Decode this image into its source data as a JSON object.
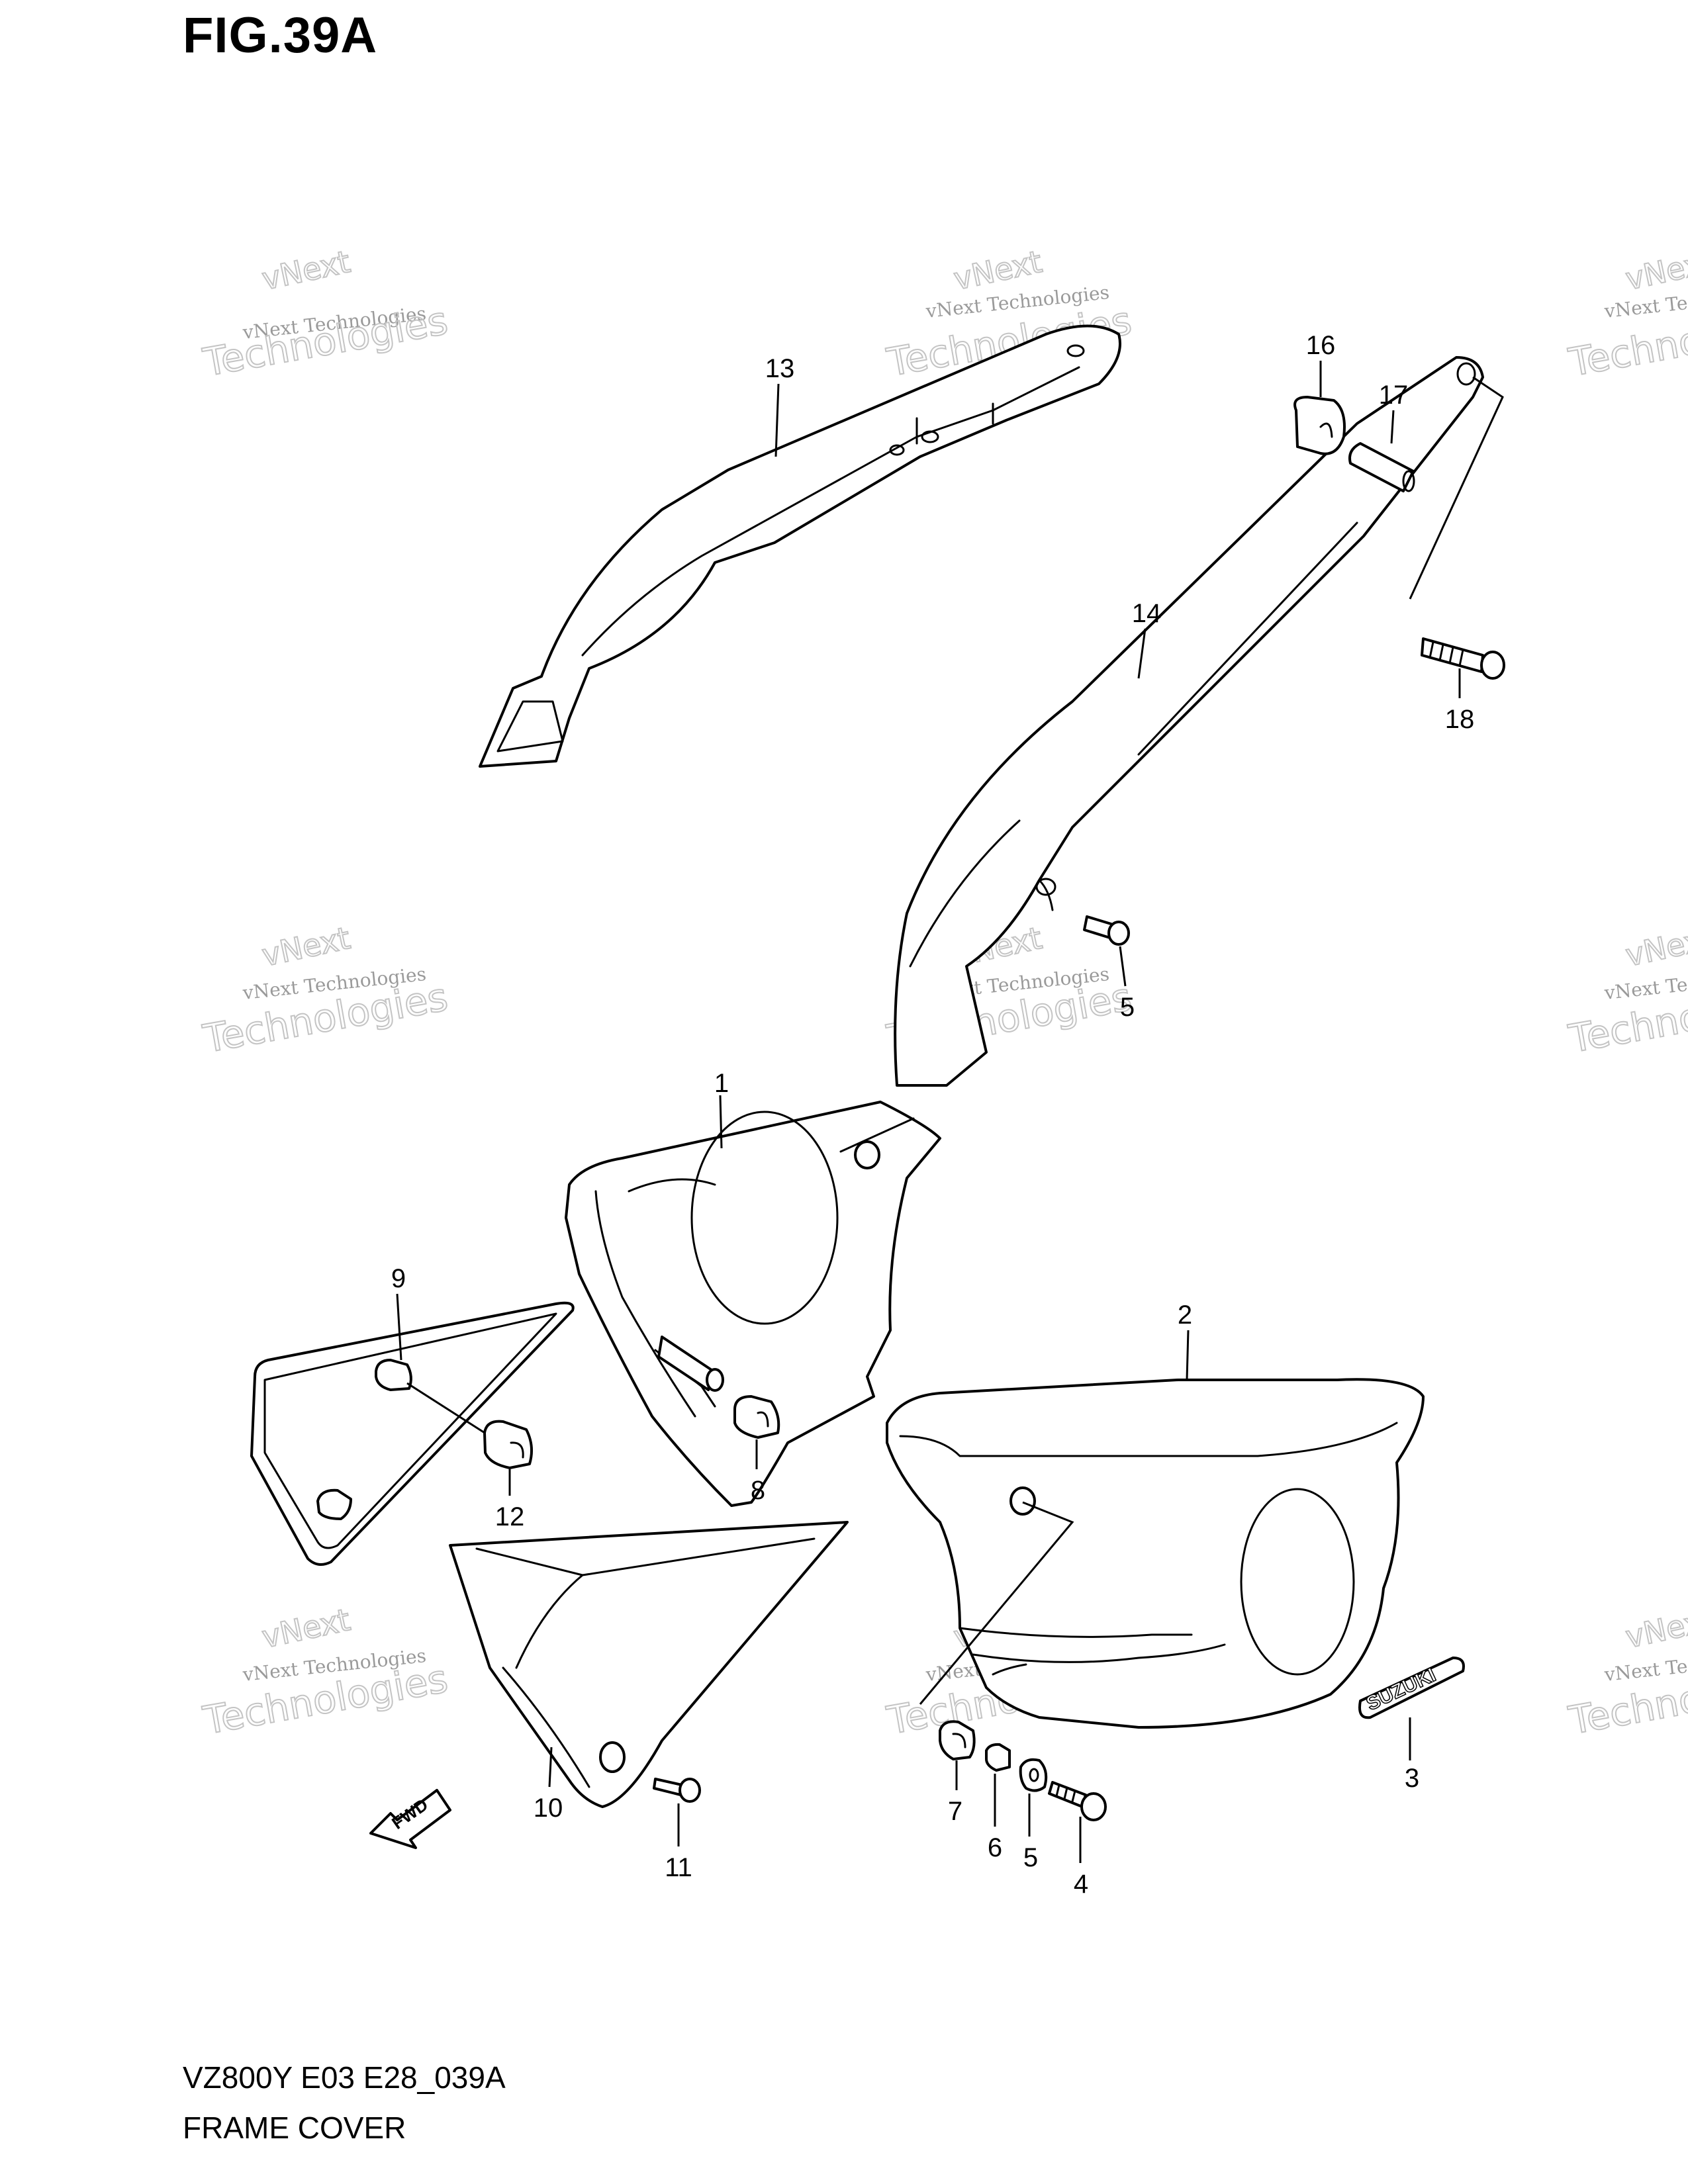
{
  "figure": {
    "title": "FIG.39A",
    "code": "VZ800Y E03 E28_039A",
    "name": "FRAME COVER"
  },
  "watermark": {
    "line1": "vNext Technologies",
    "line2": "Technologies",
    "line3": "vNext"
  },
  "direction_marker": "FWD",
  "emblem_text": "SUZUKI",
  "callouts": [
    {
      "id": "c1",
      "label": "1"
    },
    {
      "id": "c2",
      "label": "2"
    },
    {
      "id": "c3",
      "label": "3"
    },
    {
      "id": "c4",
      "label": "4"
    },
    {
      "id": "c5a",
      "label": "5"
    },
    {
      "id": "c5b",
      "label": "5"
    },
    {
      "id": "c6",
      "label": "6"
    },
    {
      "id": "c7",
      "label": "7"
    },
    {
      "id": "c8",
      "label": "8"
    },
    {
      "id": "c9",
      "label": "9"
    },
    {
      "id": "c10",
      "label": "10"
    },
    {
      "id": "c11",
      "label": "11"
    },
    {
      "id": "c12",
      "label": "12"
    },
    {
      "id": "c13",
      "label": "13"
    },
    {
      "id": "c14",
      "label": "14"
    },
    {
      "id": "c16",
      "label": "16"
    },
    {
      "id": "c17",
      "label": "17"
    },
    {
      "id": "c18",
      "label": "18"
    }
  ]
}
